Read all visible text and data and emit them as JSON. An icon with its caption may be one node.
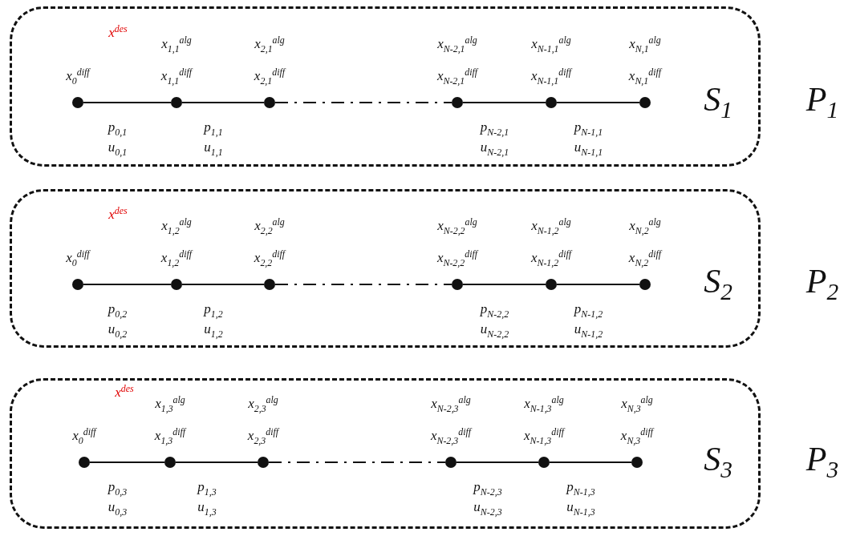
{
  "diagram": {
    "nodes": [
      {
        "text": [
          "S$_{1}$"
        ]
      },
      {
        "text": [],
        "shape": "circle",
        "in": 0,
        "beside": [
          "x$^{des}$",
          "x$_{0}$$^{diff}$"
        ]
      },
      {
        "text": [],
        "shape": "circle",
        "in": 0,
        "beside": [
          "x$_{1,1}$$^{alg}$",
          "x$_{1,1}$$^{diff}$"
        ]
      },
      {
        "text": [],
        "shape": "circle",
        "in": 0,
        "beside": [
          "x$_{2,1}$$^{alg}$",
          "x$_{2,1}$$^{diff}$"
        ]
      },
      {
        "text": [],
        "shape": "circle",
        "in": 0,
        "beside": [
          "x$_{N-2,1}$$^{alg}$",
          "x$_{N-2,1}$$^{diff}$"
        ]
      },
      {
        "text": [],
        "shape": "circle",
        "in": 0,
        "beside": [
          "x$_{N-1,1}$$^{alg}$",
          "x$_{N-1,1}$$^{diff}$"
        ]
      },
      {
        "text": [],
        "shape": "circle",
        "in": 0,
        "beside": [
          "x$_{N,1}$$^{alg}$",
          "x$_{N,1}$$^{diff}$"
        ]
      },
      {
        "text": [
          "S$_{2}$"
        ]
      },
      {
        "text": [],
        "shape": "circle",
        "in": 7,
        "beside": [
          "x$^{des}$",
          "x$_{0}$$^{diff}$"
        ]
      },
      {
        "text": [],
        "shape": "circle",
        "in": 7,
        "beside": [
          "x$_{1,2}$$^{alg}$",
          "x$_{1,2}$$^{diff}$"
        ]
      },
      {
        "text": [],
        "shape": "circle",
        "in": 7,
        "beside": [
          "x$_{2,2}$$^{alg}$",
          "x$_{2,2}$$^{diff}$"
        ]
      },
      {
        "text": [],
        "shape": "circle",
        "in": 7,
        "beside": [
          "x$_{N-2,2}$$^{alg}$",
          "x$_{N-2,2}$$^{diff}$"
        ]
      },
      {
        "text": [],
        "shape": "circle",
        "in": 7,
        "beside": [
          "x$_{N-1,2}$$^{alg}$",
          "x$_{N-1,2}$$^{diff}$"
        ]
      },
      {
        "text": [],
        "shape": "circle",
        "in": 7,
        "beside": [
          "x$_{N,2}$$^{alg}$",
          "x$_{N,2}$$^{diff}$"
        ]
      },
      {
        "text": [
          "S$_{3}$"
        ]
      },
      {
        "text": [],
        "shape": "circle",
        "in": 14,
        "beside": [
          "x$^{des}$",
          "x$_{0}$$^{diff}$"
        ]
      },
      {
        "text": [],
        "shape": "circle",
        "in": 14,
        "beside": [
          "x$_{1,3}$$^{alg}$",
          "x$_{1,3}$$^{diff}$"
        ]
      },
      {
        "text": [],
        "shape": "circle",
        "in": 14,
        "beside": [
          "x$_{2,3}$$^{alg}$",
          "x$_{2,3}$$^{diff}$"
        ]
      },
      {
        "text": [],
        "shape": "circle",
        "in": 14,
        "beside": [
          "x$_{N-2,3}$$^{alg}$",
          "x$_{N-2,3}$$^{diff}$"
        ]
      },
      {
        "text": [],
        "shape": "circle",
        "in": 14,
        "beside": [
          "x$_{N-1,3}$$^{alg}$",
          "x$_{N-1,3}$$^{diff}$"
        ]
      },
      {
        "text": [],
        "shape": "circle",
        "in": 14,
        "beside": [
          "x$_{N,3}$$^{alg}$",
          "x$_{N,3}$$^{diff}$"
        ]
      }
    ],
    "edges": [
      {
        "from": 1,
        "to": 2,
        "arrow": "none"
      },
      {
        "from": 2,
        "to": 3,
        "arrow": "none"
      },
      {
        "from": 3,
        "to": 4,
        "arrow": "none",
        "style": "dashed"
      },
      {
        "from": 4,
        "to": 5,
        "arrow": "none"
      },
      {
        "from": 5,
        "to": 6,
        "arrow": "none"
      },
      {
        "from": 8,
        "to": 9,
        "arrow": "none"
      },
      {
        "from": 9,
        "to": 10,
        "arrow": "none"
      },
      {
        "from": 10,
        "to": 11,
        "arrow": "none",
        "style": "dashed"
      },
      {
        "from": 11,
        "to": 12,
        "arrow": "none"
      },
      {
        "from": 12,
        "to": 13,
        "arrow": "none"
      },
      {
        "from": 15,
        "to": 16,
        "arrow": "none"
      },
      {
        "from": 16,
        "to": 17,
        "arrow": "none"
      },
      {
        "from": 17,
        "to": 18,
        "arrow": "none",
        "style": "dashed"
      },
      {
        "from": 18,
        "to": 19,
        "arrow": "none"
      },
      {
        "from": 19,
        "to": 20,
        "arrow": "none"
      }
    ],
    "labels": [
      "P$_{1}$",
      "p$_{0,1}$",
      "p$_{1,1}$",
      "p$_{N-2,1}$",
      "p$_{N-1,1}$",
      "u$_{0,1}$",
      "u$_{1,1}$",
      "u$_{N-2,1}$",
      "u$_{N-1,1}$",
      "P$_{2}$",
      "p$_{0,2}$",
      "p$_{1,2}$",
      "p$_{N-2,2}$",
      "p$_{N-1,2}$",
      "u$_{0,2}$",
      "u$_{1,2}$",
      "u$_{N-2,2}$",
      "u$_{N-1,2}$",
      "P$_{3}$",
      "p$_{0,3}$",
      "p$_{1,3}$",
      "p$_{N-2,3}$",
      "p$_{N-1,3}$",
      "u$_{0,3}$",
      "u$_{1,3}$",
      "u$_{N-2,3}$",
      "u$_{N-1,3}$"
    ]
  }
}
